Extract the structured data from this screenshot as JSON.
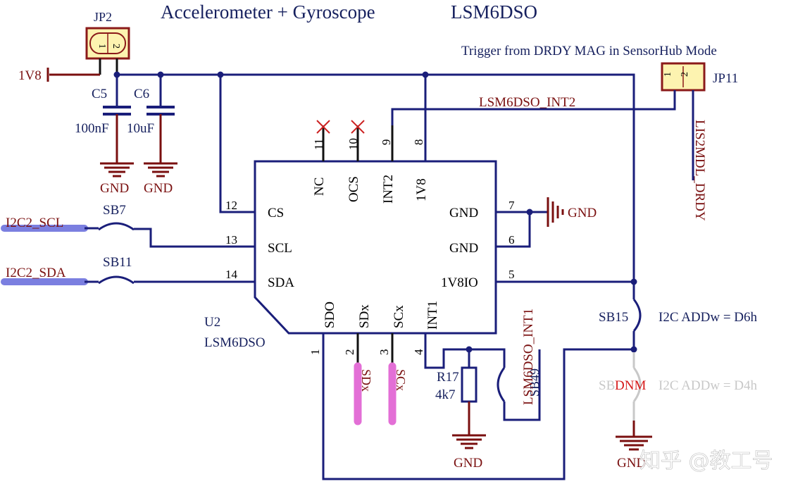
{
  "title": "Accelerometer + Gyroscope",
  "part_title": "LSM6DSO",
  "trigger_note": "Trigger from DRDY MAG in SensorHub Mode",
  "jp2": {
    "ref": "JP2",
    "pin1": "1",
    "pin2": "2"
  },
  "jp11": {
    "ref": "JP11",
    "pin1": "1",
    "pin2": "2"
  },
  "power_net": "1V8",
  "caps": [
    {
      "ref": "C5",
      "value": "100nF"
    },
    {
      "ref": "C6",
      "value": "10uF"
    }
  ],
  "gnd_label": "GND",
  "nets": {
    "int2": "LSM6DSO_INT2",
    "int1": "LSM6DSO_INT1",
    "lis2mdl": "LIS2MDL_DRDY",
    "scl": "I2C2_SCL",
    "sda": "I2C2_SDA",
    "sdx": "SDx",
    "scx": "SCx"
  },
  "u2": {
    "ref": "U2",
    "part": "LSM6DSO",
    "top_pins": [
      {
        "num": "11",
        "name": "NC"
      },
      {
        "num": "10",
        "name": "OCS"
      },
      {
        "num": "9",
        "name": "INT2"
      },
      {
        "num": "8",
        "name": "1V8"
      }
    ],
    "left_pins": [
      {
        "num": "12",
        "name": "CS"
      },
      {
        "num": "13",
        "name": "SCL"
      },
      {
        "num": "14",
        "name": "SDA"
      }
    ],
    "right_pins": [
      {
        "num": "7",
        "name": "GND"
      },
      {
        "num": "6",
        "name": "GND"
      },
      {
        "num": "5",
        "name": "1V8IO"
      }
    ],
    "bottom_pins": [
      {
        "num": "1",
        "name": "SDO"
      },
      {
        "num": "2",
        "name": "SDx"
      },
      {
        "num": "3",
        "name": "SCx"
      },
      {
        "num": "4",
        "name": "INT1"
      }
    ]
  },
  "solder_bridges": {
    "sb7": "SB7",
    "sb11": "SB11",
    "sb15": "SB15",
    "sb49": "SB49",
    "sb_dnm_prefix": "SB",
    "sb_dnm_tag": "DNM"
  },
  "resistor": {
    "ref": "R17",
    "value": "4k7"
  },
  "addr_notes": {
    "d6h": "I2C ADDw =  D6h",
    "d4h": "I2C ADDw =  D4h"
  },
  "watermark": "知乎 @教工号",
  "colors": {
    "wire": "#1a1e7a",
    "label_red": "#7a1010",
    "label_blue": "#16205e",
    "jumper_fill": "#fdf3b0",
    "jumper_border": "#8b1a1a",
    "highlight_blue": "#7b7fe0",
    "highlight_pink": "#e36fd6",
    "dnm_grey": "#c8c8c8"
  }
}
